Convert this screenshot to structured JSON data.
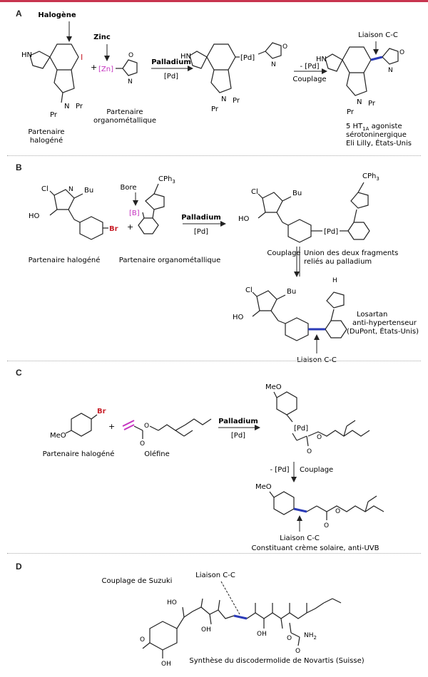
{
  "colors": {
    "accent_bar": "#c8354f",
    "bond_line": "#222222",
    "new_bond": "#2b3bb8",
    "halogen_red": "#c8202a",
    "metal_magenta": "#c534c0"
  },
  "panelA": {
    "letter": "A",
    "halogene_label": "Halogène",
    "iodine": "I",
    "zinc_label": "Zinc",
    "zn_reagent": "[Zn]",
    "nh": "HN",
    "n_pr": "N",
    "pr1": "Pr",
    "pr2": "Pr",
    "plus": "+",
    "partner_halo": [
      "Partenaire",
      "halogéné"
    ],
    "partner_organo": [
      "Partenaire",
      "organométallique"
    ],
    "arrow_top": "Palladium",
    "arrow_bottom": "[Pd]",
    "pd_inter": "[Pd]",
    "o": "O",
    "n_ox": "N",
    "arrow2_top": "- [Pd]",
    "arrow2_bottom": "Couplage",
    "liaison": "Liaison C-C",
    "product_desc": [
      "5 HT",
      "1A",
      " agoniste",
      "sérotoninergique",
      "Eli Lilly, États-Unis"
    ]
  },
  "panelB": {
    "letter": "B",
    "cl": "Cl",
    "bu": "Bu",
    "ho": "HO",
    "n": "N",
    "br": "Br",
    "bore_label": "Bore",
    "b_reagent": "[B]",
    "cph3": "CPh",
    "cph3_sub": "3",
    "plus": "+",
    "arrow_top": "Palladium",
    "arrow_bottom": "[Pd]",
    "partner_halo": "Partenaire halogéné",
    "partner_organo": "Partenaire organométallique",
    "pd_inter": "[Pd]",
    "couplage": "Couplage",
    "union": [
      "Union des deux fragments",
      "reliés au palladium"
    ],
    "h": "H",
    "product_name": [
      "Losartan",
      "anti-hypertenseur",
      "(DuPont, États-Unis)"
    ],
    "liaison": "Liaison C-C"
  },
  "panelC": {
    "letter": "C",
    "br": "Br",
    "meo": "MeO",
    "o": "O",
    "plus": "+",
    "arrow_top": "Palladium",
    "arrow_bottom": "[Pd]",
    "partner_halo": "Partenaire halogéné",
    "olefine": "Oléfine",
    "pd_inter": "[Pd]",
    "arrow2_left": "- [Pd]",
    "arrow2_right": "Couplage",
    "liaison": "Liaison C-C",
    "product_desc": "Constituant crème solaire, anti-UVB"
  },
  "panelD": {
    "letter": "D",
    "suzuki": "Couplage de Suzuki",
    "liaison": "Liaison C-C",
    "ho": "HO",
    "oh": "OH",
    "o": "O",
    "nh2": "NH",
    "nh2_sub": "2",
    "caption": "Synthèse du discodermolide de Novartis (Suisse)"
  }
}
